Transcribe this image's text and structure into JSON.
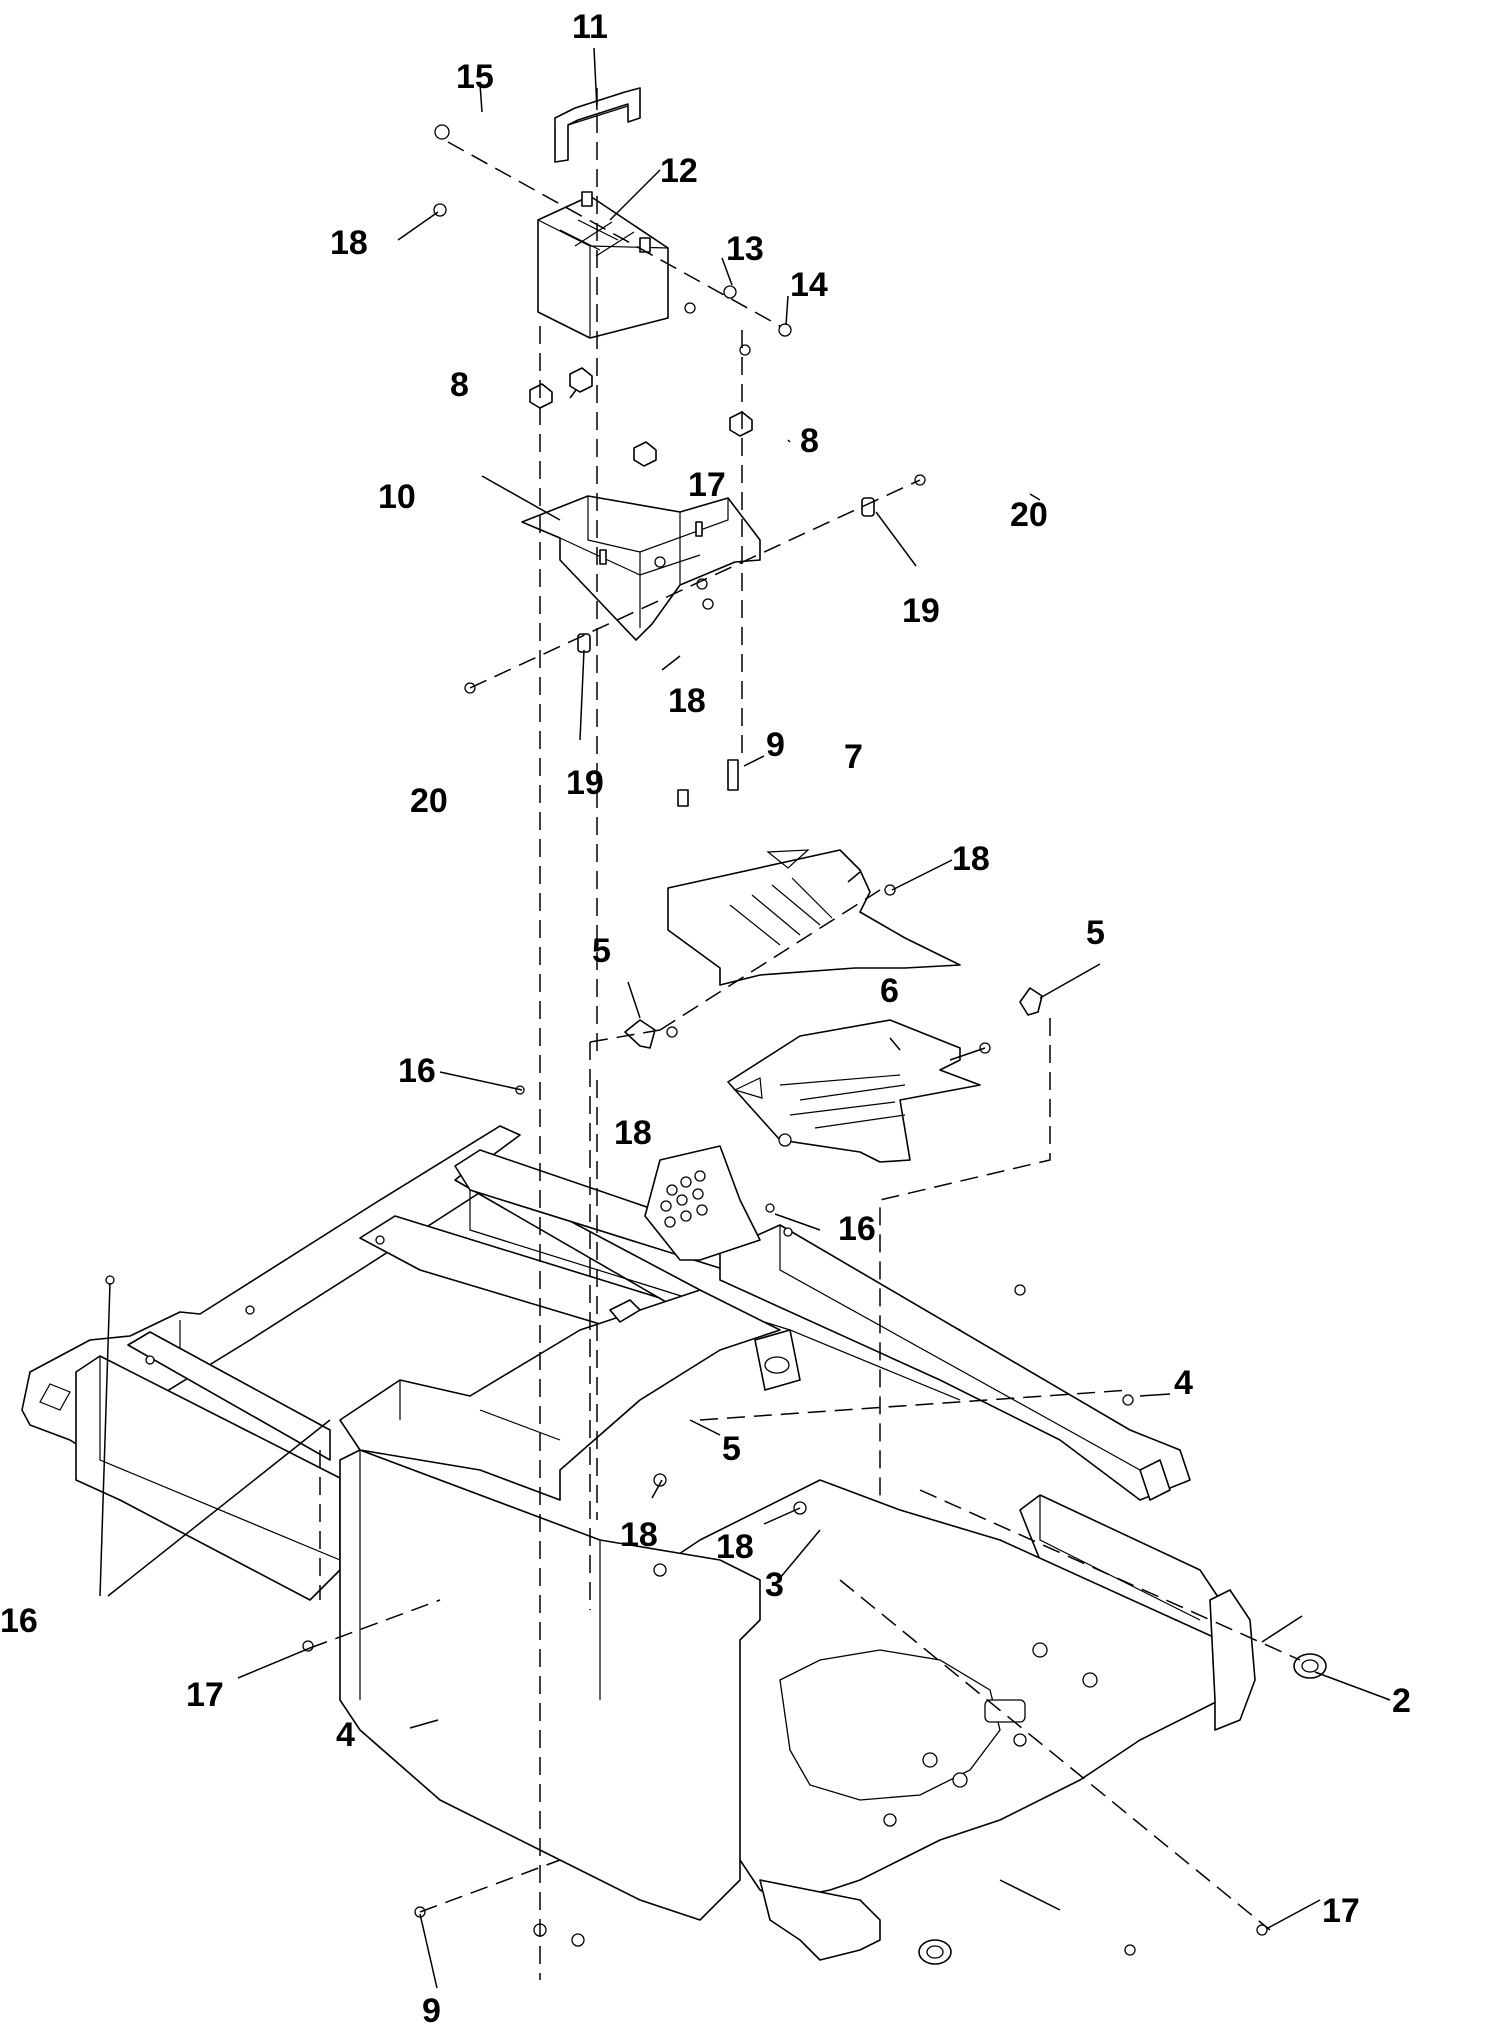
{
  "callouts": {
    "c2": "2",
    "c3": "3",
    "c4a": "4",
    "c4b": "4",
    "c5a": "5",
    "c5b": "5",
    "c5c": "5",
    "c6": "6",
    "c7": "7",
    "c8a": "8",
    "c8b": "8",
    "c9a": "9",
    "c9b": "9",
    "c10": "10",
    "c11": "11",
    "c12": "12",
    "c13": "13",
    "c14": "14",
    "c15": "15",
    "c16a": "16",
    "c16b": "16",
    "c16c": "16",
    "c17a": "17",
    "c17b": "17",
    "c17c": "17",
    "c18a": "18",
    "c18b": "18",
    "c18c": "18",
    "c18d": "18",
    "c18e": "18",
    "c18f": "18",
    "c19a": "19",
    "c19b": "19",
    "c20a": "20",
    "c20b": "20"
  }
}
